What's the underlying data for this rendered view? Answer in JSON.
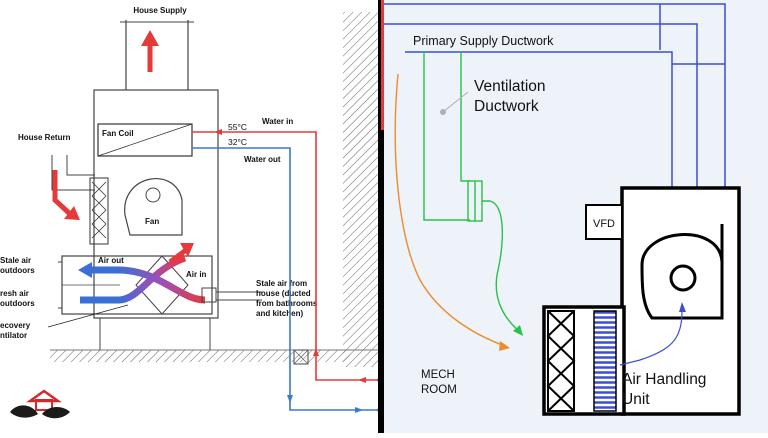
{
  "left_panel": {
    "house_supply": "House Supply",
    "house_return": "House Return",
    "fan_coil": "Fan Coil",
    "fan": "Fan",
    "temp_in": "55°C",
    "temp_out": "32°C",
    "water_in": "Water in",
    "water_out": "Water out",
    "air_out": "Air out",
    "air_in": "Air in",
    "stale_air_outdoors": [
      "Stale air",
      "outdoors"
    ],
    "fresh_air_outdoors": [
      "resh air",
      "outdoors"
    ],
    "recovery_ventilator": [
      "ecovery",
      "ntilator"
    ],
    "stale_air_house": [
      "Stale air from",
      "house (ducted",
      "from bathrooms",
      "and kitchen)"
    ]
  },
  "right_panel": {
    "primary_supply": "Primary Supply Ductwork",
    "ventilation": [
      "Ventilation",
      "Ductwork"
    ],
    "vfd": "VFD",
    "mech_room": [
      "MECH",
      "ROOM"
    ],
    "ahu": [
      "Air Handling",
      "Unit"
    ]
  },
  "colors": {
    "supply_red": "#e8393a",
    "return_blue": "#3a78d4",
    "duct_blue": "#3b4fd0",
    "vent_green": "#27c24a",
    "orange": "#f08a2c",
    "divider": "#000000",
    "right_bg": "#eef3f9"
  }
}
